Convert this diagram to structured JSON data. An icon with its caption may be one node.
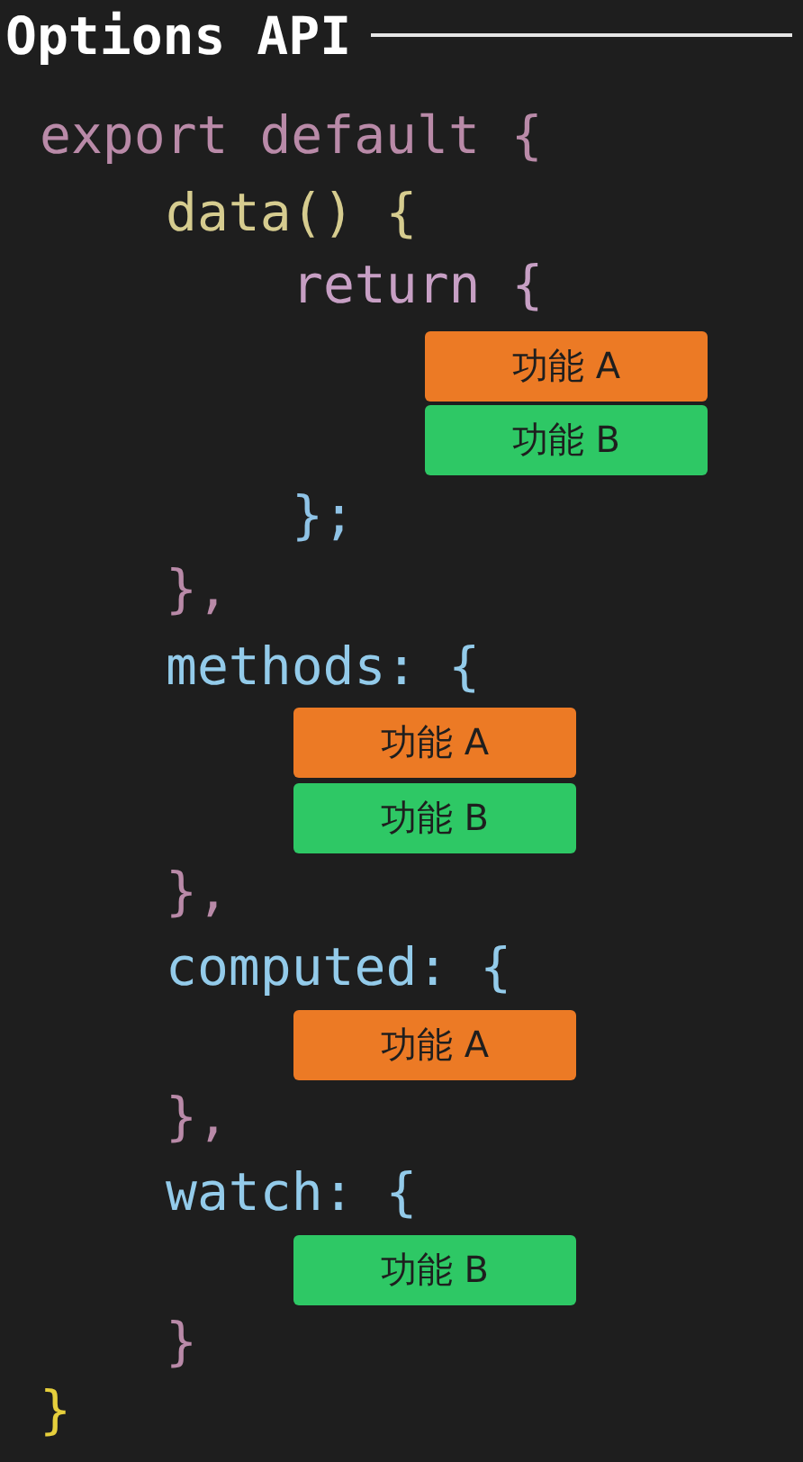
{
  "diagram": {
    "title": "Options API",
    "nodes": [
      {
        "text": [
          "功能 A"
        ]
      },
      {
        "text": [
          "功能 B"
        ]
      },
      {
        "text": [
          "功能 A"
        ]
      },
      {
        "text": [
          "功能 B"
        ]
      },
      {
        "text": [
          "功能 A"
        ]
      },
      {
        "text": [
          "功能 B"
        ]
      }
    ],
    "labels": [
      "export default {",
      "data() {",
      "return {",
      "};",
      "},",
      "methods: {",
      "},",
      "computed: {",
      "},",
      "watch: {",
      "}",
      "}"
    ]
  }
}
